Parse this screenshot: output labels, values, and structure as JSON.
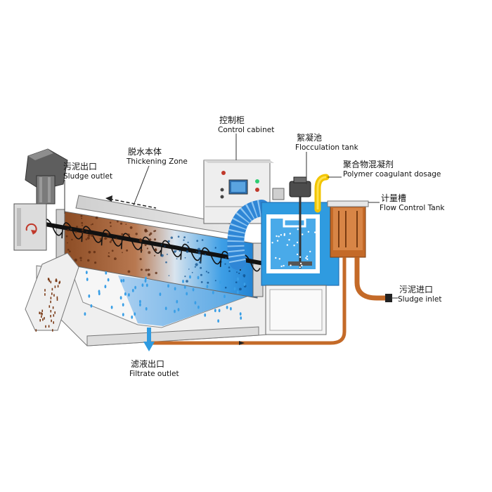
{
  "labels": {
    "control_cabinet": {
      "cn": "控制柜",
      "en": "Control cabinet"
    },
    "flocculation_tank": {
      "cn": "絮凝池",
      "en": "Flocculation  tank"
    },
    "polymer_dosage": {
      "cn": "聚合物混凝剂",
      "en": "Polymer coagulant dosage"
    },
    "flow_control_tank": {
      "cn": "计量槽",
      "en": "Flow Control Tank"
    },
    "thickening_zone": {
      "cn": "脱水本体",
      "en": "Thickening Zone"
    },
    "sludge_outlet": {
      "cn": "污泥出口",
      "en": "Sludge outlet"
    },
    "sludge_inlet": {
      "cn": "污泥进口",
      "en": "Sludge inlet"
    },
    "filtrate_outlet": {
      "cn": "滤液出口",
      "en": "Filtrate outlet"
    }
  },
  "colors": {
    "sludge": "#a8643a",
    "water": "#2f9be0",
    "pipe": "#c46a28",
    "frame": "#e8e8e8",
    "outline": "#6b6b6b",
    "motor": "#7a7a7a",
    "polymer": "#f2c500"
  }
}
